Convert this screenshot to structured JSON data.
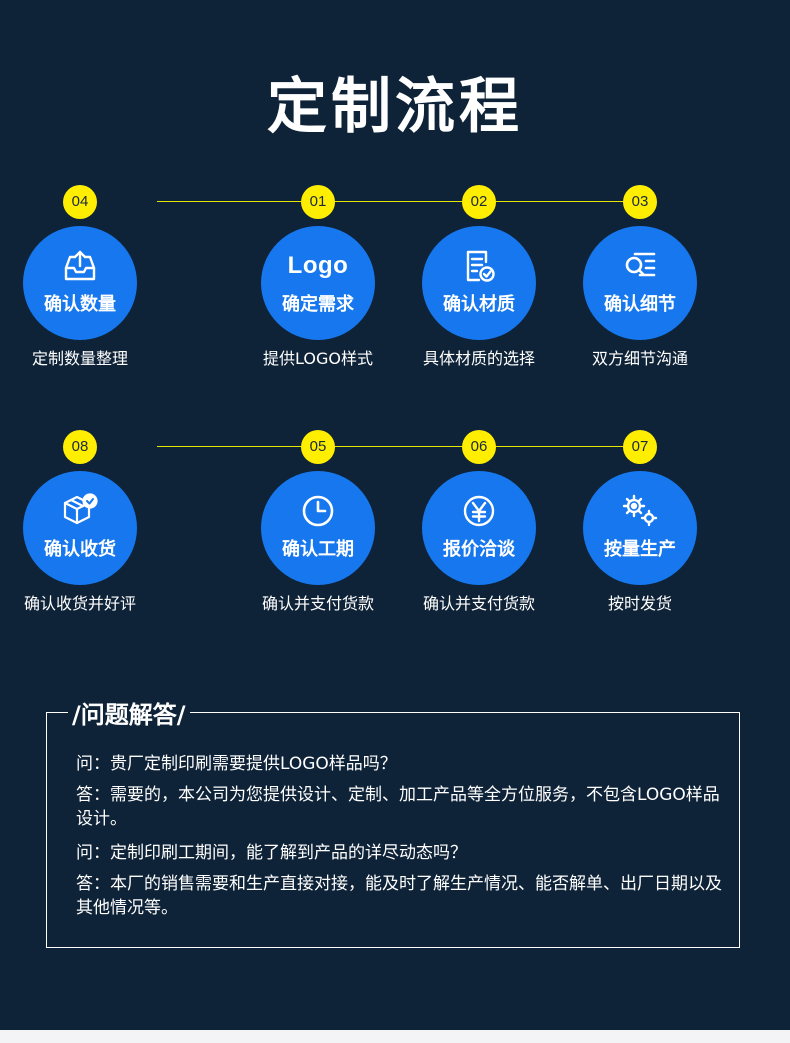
{
  "title": "定制流程",
  "steps": [
    {
      "num": "01",
      "icon": "logo-text",
      "icon_text": "Logo",
      "label": "确定需求",
      "desc": "提供LOGO样式"
    },
    {
      "num": "02",
      "icon": "document-check-icon",
      "label": "确认材质",
      "desc": "具体材质的选择"
    },
    {
      "num": "03",
      "icon": "search-list-icon",
      "label": "确认细节",
      "desc": "双方细节沟通"
    },
    {
      "num": "04",
      "icon": "inbox-upload-icon",
      "label": "确认数量",
      "desc": "定制数量整理"
    },
    {
      "num": "05",
      "icon": "clock-icon",
      "label": "确认工期",
      "desc": "确认并支付货款"
    },
    {
      "num": "06",
      "icon": "yen-icon",
      "label": "报价洽谈",
      "desc": "确认并支付货款"
    },
    {
      "num": "07",
      "icon": "gears-icon",
      "label": "按量生产",
      "desc": "按时发货"
    },
    {
      "num": "08",
      "icon": "package-check-icon",
      "label": "确认收货",
      "desc": "确认收货并好评"
    }
  ],
  "faq": {
    "heading": "/问题解答/",
    "items": [
      {
        "type": "q",
        "text": "问：贵厂定制印刷需要提供LOGO样品吗？"
      },
      {
        "type": "a",
        "text": "答：需要的，本公司为您提供设计、定制、加工产品等全方位服务，不包含LOGO样品设计。"
      },
      {
        "type": "q",
        "text": "问：定制印刷工期间，能了解到产品的详尽动态吗？"
      },
      {
        "type": "a",
        "text": "答：本厂的销售需要和生产直接对接，能及时了解生产情况、能否解单、出厂日期以及其他情况等。"
      }
    ]
  },
  "colors": {
    "background": "#0f2338",
    "accent_blue": "#1677ee",
    "badge_yellow": "#ffee00",
    "connector_line": "#e6e600",
    "text": "#ffffff"
  }
}
